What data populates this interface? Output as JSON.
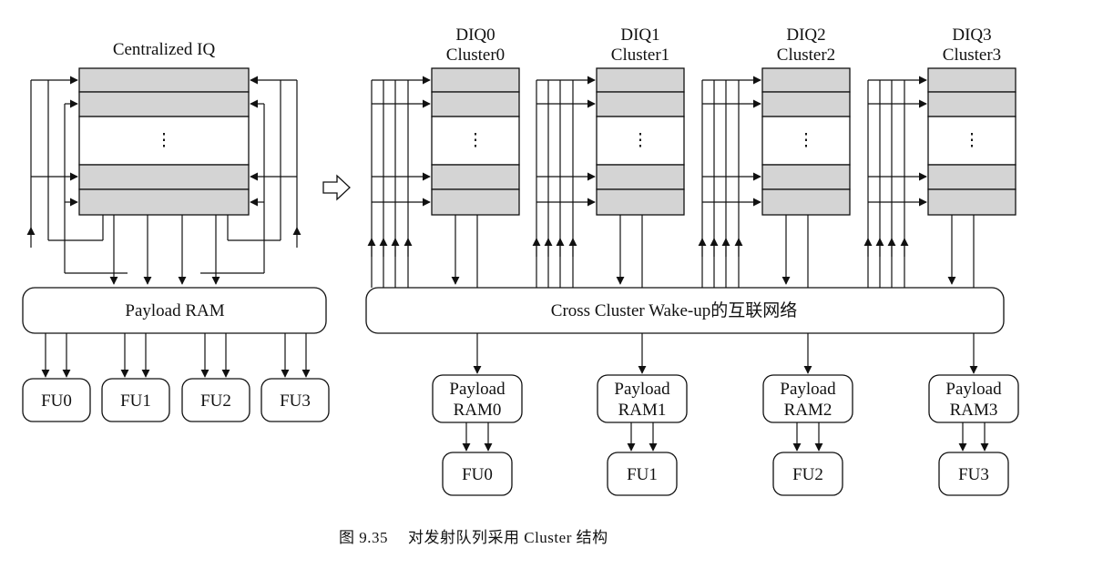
{
  "centralized": {
    "title": "Centralized IQ",
    "payload": "Payload RAM",
    "fus": [
      "FU0",
      "FU1",
      "FU2",
      "FU3"
    ],
    "dots": "⋮"
  },
  "arrow_glyph": "⇨",
  "clusters": [
    {
      "diq": "DIQ0",
      "cluster": "Cluster0",
      "payload_line1": "Payload",
      "payload_line2": "RAM0",
      "fu": "FU0"
    },
    {
      "diq": "DIQ1",
      "cluster": "Cluster1",
      "payload_line1": "Payload",
      "payload_line2": "RAM1",
      "fu": "FU1"
    },
    {
      "diq": "DIQ2",
      "cluster": "Cluster2",
      "payload_line1": "Payload",
      "payload_line2": "RAM2",
      "fu": "FU2"
    },
    {
      "diq": "DIQ3",
      "cluster": "Cluster3",
      "payload_line1": "Payload",
      "payload_line2": "RAM3",
      "fu": "FU3"
    }
  ],
  "network_label": "Cross Cluster Wake-up的互联网络",
  "caption": {
    "number": "图 9.35",
    "text": "对发射队列采用 Cluster 结构"
  },
  "colors": {
    "queue_entry_fill": "#d4d4d4",
    "stroke": "#111111",
    "background": "#ffffff"
  }
}
